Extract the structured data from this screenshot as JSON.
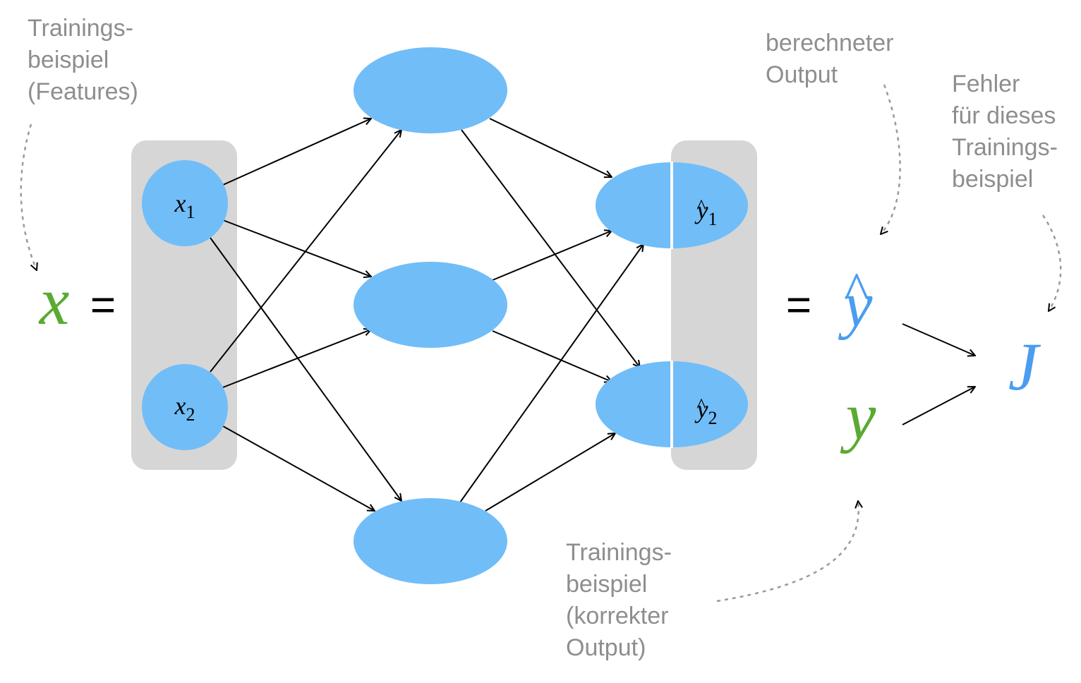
{
  "annotations": {
    "features": {
      "lines": [
        "Trainings-",
        "beispiel",
        "(Features)"
      ]
    },
    "computed_output": {
      "lines": [
        "berechneter",
        "Output"
      ]
    },
    "error": {
      "lines": [
        "Fehler",
        "für dieses",
        "Trainings-",
        "beispiel"
      ]
    },
    "correct_output": {
      "lines": [
        "Trainings-",
        "beispiel",
        "(korrekter",
        "Output)"
      ]
    }
  },
  "equation": {
    "x_symbol": "x",
    "equals": "=",
    "yhat_symbol": "y",
    "hat": "^",
    "y_symbol": "y",
    "j_symbol": "J"
  },
  "network": {
    "input_nodes": [
      {
        "base": "x",
        "sub": "1"
      },
      {
        "base": "x",
        "sub": "2"
      }
    ],
    "hidden_nodes": 3,
    "output_nodes": [
      {
        "base": "y",
        "hat": "^",
        "sub": "1"
      },
      {
        "base": "y",
        "hat": "^",
        "sub": "2"
      }
    ]
  },
  "colors": {
    "node": "#71bdf8",
    "panel": "#d6d6d6",
    "green": "#5aaa32",
    "blue": "#4a9df0",
    "arrow": "#000000",
    "annotation": "#8e8e8e"
  }
}
